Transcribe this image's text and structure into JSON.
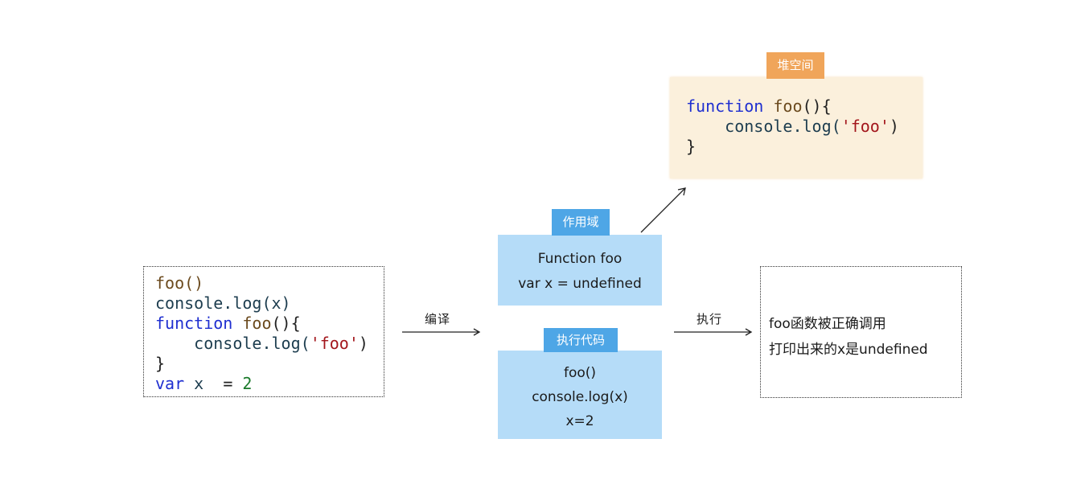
{
  "source_code": {
    "line1": "foo()",
    "line2_obj": "console",
    "line2_rest": ".log(x)",
    "line3_kw": "function",
    "line3_name": "foo",
    "line3_rest": "(){",
    "line4_obj": "console",
    "line4_mid": ".log(",
    "line4_str": "'foo'",
    "line4_end": ")",
    "line5": "}",
    "line6_kw": "var",
    "line6_id": "x",
    "line6_eq": "=",
    "line6_num": "2"
  },
  "compile_label": "编译",
  "execute_label": "执行",
  "heap": {
    "tag": "堆空间",
    "kw": "function",
    "name": "foo",
    "paren": "(){",
    "body_obj": "console",
    "body_mid": ".log(",
    "body_str": "'foo'",
    "body_end": ")",
    "close": "}"
  },
  "scope": {
    "tag": "作用域",
    "line1": "Function foo",
    "line2": "var x = undefined"
  },
  "exec_code": {
    "tag": "执行代码",
    "line1": "foo()",
    "line2": "console.log(x)",
    "line3": "x=2"
  },
  "result": {
    "line1": "foo函数被正确调用",
    "line2": "打印出来的x是undefined"
  }
}
